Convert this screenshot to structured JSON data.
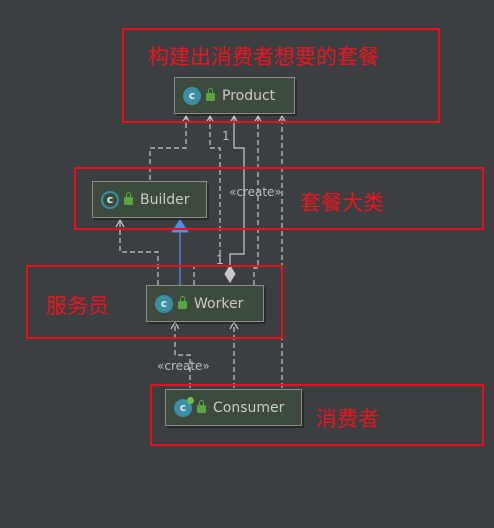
{
  "boxes": {
    "product": "构建出消费者想要的套餐",
    "builder": "套餐大类",
    "worker": "服务员",
    "consumer": "消费者"
  },
  "nodes": {
    "product": {
      "name": "Product",
      "icon": "class-icon"
    },
    "builder": {
      "name": "Builder",
      "icon": "abstract-class-icon"
    },
    "worker": {
      "name": "Worker",
      "icon": "class-icon"
    },
    "consumer": {
      "name": "Consumer",
      "icon": "runnable-class-icon"
    }
  },
  "edges": {
    "worker_create_product": "«create»",
    "consumer_create_worker": "«create»",
    "multiplicity_top": "1",
    "multiplicity_bottom": "1"
  },
  "colors": {
    "background": "#3c3f41",
    "annotation": "#e8101c",
    "node_fill": "#3c4b3d",
    "connector": "#c8c8c8",
    "inheritance": "#4f8fe6"
  }
}
